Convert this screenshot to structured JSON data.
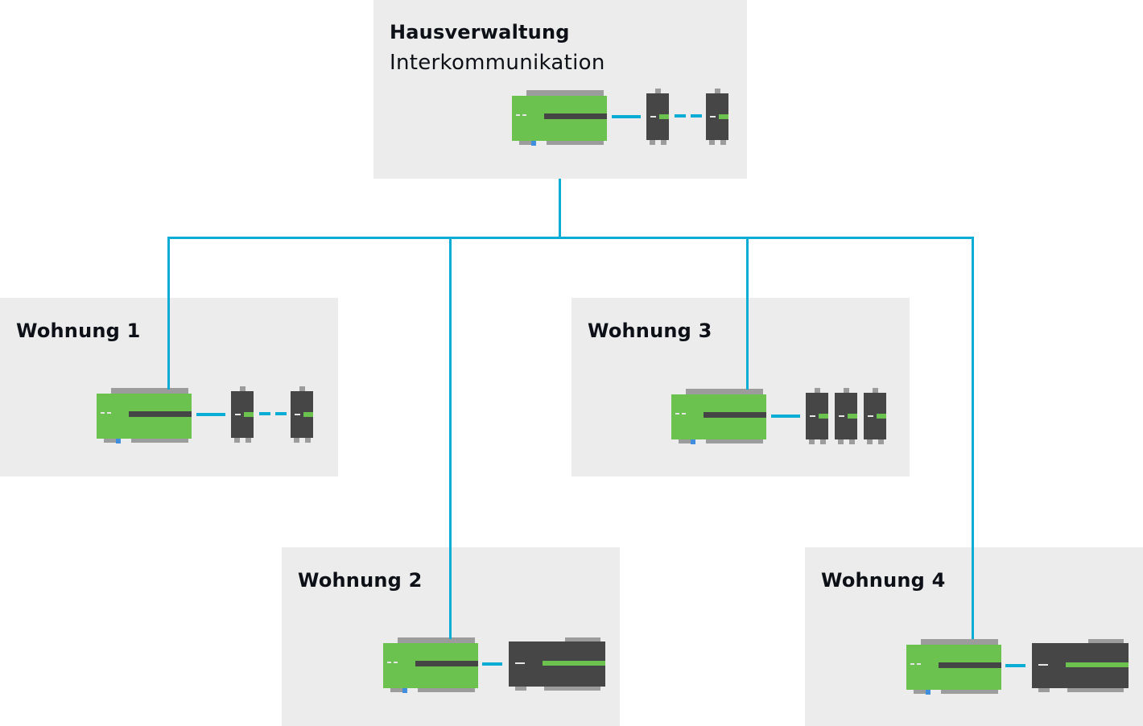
{
  "diagram": {
    "colors": {
      "panel": "#ececec",
      "bus_line": "#08acd4",
      "master_device": "#6bc24f",
      "slave_device": "#464646",
      "rail": "#9c9c9c",
      "port": "#3f8ee0"
    },
    "management": {
      "title": "Hausverwaltung",
      "subtitle": "Interkommunikation",
      "master_devices": 1,
      "slave_devices": 2,
      "slave_type": "narrow",
      "slave_link": "dashed"
    },
    "apartments": [
      {
        "title": "Wohnung 1",
        "master_devices": 1,
        "slave_devices": 2,
        "slave_type": "narrow",
        "slave_link": "dashed"
      },
      {
        "title": "Wohnung 2",
        "master_devices": 1,
        "slave_devices": 1,
        "slave_type": "wide",
        "slave_link": "solid"
      },
      {
        "title": "Wohnung 3",
        "master_devices": 1,
        "slave_devices": 3,
        "slave_type": "narrow",
        "slave_link": "adjacent"
      },
      {
        "title": "Wohnung 4",
        "master_devices": 1,
        "slave_devices": 1,
        "slave_type": "wide",
        "slave_link": "solid"
      }
    ],
    "connections": [
      {
        "from": "Hausverwaltung",
        "to": "Wohnung 1"
      },
      {
        "from": "Hausverwaltung",
        "to": "Wohnung 2"
      },
      {
        "from": "Hausverwaltung",
        "to": "Wohnung 3"
      },
      {
        "from": "Hausverwaltung",
        "to": "Wohnung 4"
      }
    ]
  }
}
